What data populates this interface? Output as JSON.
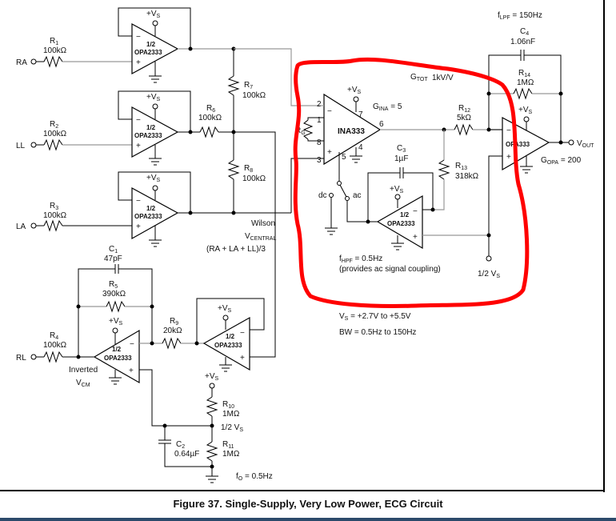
{
  "figure": {
    "caption": "Figure 37. Single-Supply, Very Low Power, ECG Circuit",
    "annotation_color": "#ff0000"
  },
  "inputs": {
    "ra": "RA",
    "ll": "LL",
    "la": "LA",
    "rl": "RL"
  },
  "supply": "+V",
  "supply_sub": "S",
  "half_supply": "1/2 V",
  "amps": {
    "opa2333_half": "1/2",
    "opa2333": "OPA2333",
    "ina333": "INA333",
    "opa333": "OPA333"
  },
  "components": {
    "r1": {
      "name": "R",
      "sub": "1",
      "value": "100kΩ"
    },
    "r2": {
      "name": "R",
      "sub": "2",
      "value": "100kΩ"
    },
    "r3": {
      "name": "R",
      "sub": "3",
      "value": "100kΩ"
    },
    "r4": {
      "name": "R",
      "sub": "4",
      "value": "100kΩ"
    },
    "r5": {
      "name": "R",
      "sub": "5",
      "value": "390kΩ"
    },
    "r6": {
      "name": "R",
      "sub": "6",
      "value": "100kΩ"
    },
    "r7": {
      "name": "R",
      "sub": "7",
      "value": "100kΩ"
    },
    "r8": {
      "name": "R",
      "sub": "8",
      "value": "100kΩ"
    },
    "r9": {
      "name": "R",
      "sub": "9",
      "value": "20kΩ"
    },
    "r10": {
      "name": "R",
      "sub": "10",
      "value": "1MΩ"
    },
    "r11": {
      "name": "R",
      "sub": "11",
      "value": "1MΩ"
    },
    "r12": {
      "name": "R",
      "sub": "12",
      "value": "5kΩ"
    },
    "r13": {
      "name": "R",
      "sub": "13",
      "value": "318kΩ"
    },
    "r14": {
      "name": "R",
      "sub": "14",
      "value": "1MΩ"
    },
    "rg": {
      "name": "R",
      "sub": "G"
    },
    "c1": {
      "name": "C",
      "sub": "1",
      "value": "47pF"
    },
    "c2": {
      "name": "C",
      "sub": "2",
      "value": "0.64µF"
    },
    "c3": {
      "name": "C",
      "sub": "3",
      "value": "1µF"
    },
    "c4": {
      "name": "C",
      "sub": "4",
      "value": "1.06nF"
    }
  },
  "pins": {
    "p1": "1",
    "p2": "2",
    "p3": "3",
    "p4": "4",
    "p5": "5",
    "p6": "6",
    "p7": "7",
    "p8": "8"
  },
  "notes": {
    "wilson": "Wilson",
    "vcentral": "V",
    "vcentral_sub": "CENTRAL",
    "vcentral_formula": "(RA + LA + LL)/3",
    "inverted": "Inverted",
    "vcm": "V",
    "vcm_sub": "CM",
    "fo": "f",
    "fo_sub": "O",
    "fo_val": " = 0.5Hz",
    "gina": "G",
    "gina_sub": "INA",
    "gina_val": " = 5",
    "gtot": "G",
    "gtot_sub": "TOT",
    "gtot_val": "1kV/V",
    "flpf": "f",
    "flpf_sub": "LPF",
    "flpf_val": " = 150Hz",
    "fhpf": "f",
    "fhpf_sub": "HPF",
    "fhpf_val": " = 0.5Hz",
    "fhpf_desc": "(provides ac signal coupling)",
    "gopa": "G",
    "gopa_sub": "OPA",
    "gopa_val": " = 200",
    "vout": "V",
    "vout_sub": "OUT",
    "vs_range": "V",
    "vs_range_sub": "S",
    "vs_range_val": " = +2.7V to +5.5V",
    "bw": "BW = 0.5Hz to 150Hz",
    "dc": "dc",
    "ac": "ac"
  }
}
